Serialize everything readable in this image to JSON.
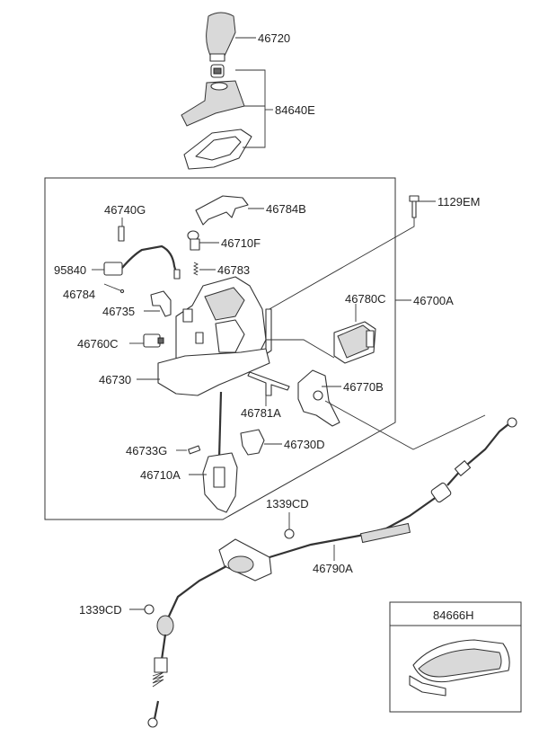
{
  "parts": {
    "p46720": "46720",
    "p84640E": "84640E",
    "p1129EM": "1129EM",
    "p46740G": "46740G",
    "p46784B": "46784B",
    "p46710F": "46710F",
    "p95840": "95840",
    "p46783": "46783",
    "p46784": "46784",
    "p46780C": "46780C",
    "p46700A": "46700A",
    "p46735": "46735",
    "p46760C": "46760C",
    "p46730": "46730",
    "p46770B": "46770B",
    "p46781A": "46781A",
    "p46733G": "46733G",
    "p46730D": "46730D",
    "p46710A": "46710A",
    "p1339CD_a": "1339CD",
    "p46790A": "46790A",
    "p1339CD_b": "1339CD",
    "p84666H": "84666H"
  }
}
